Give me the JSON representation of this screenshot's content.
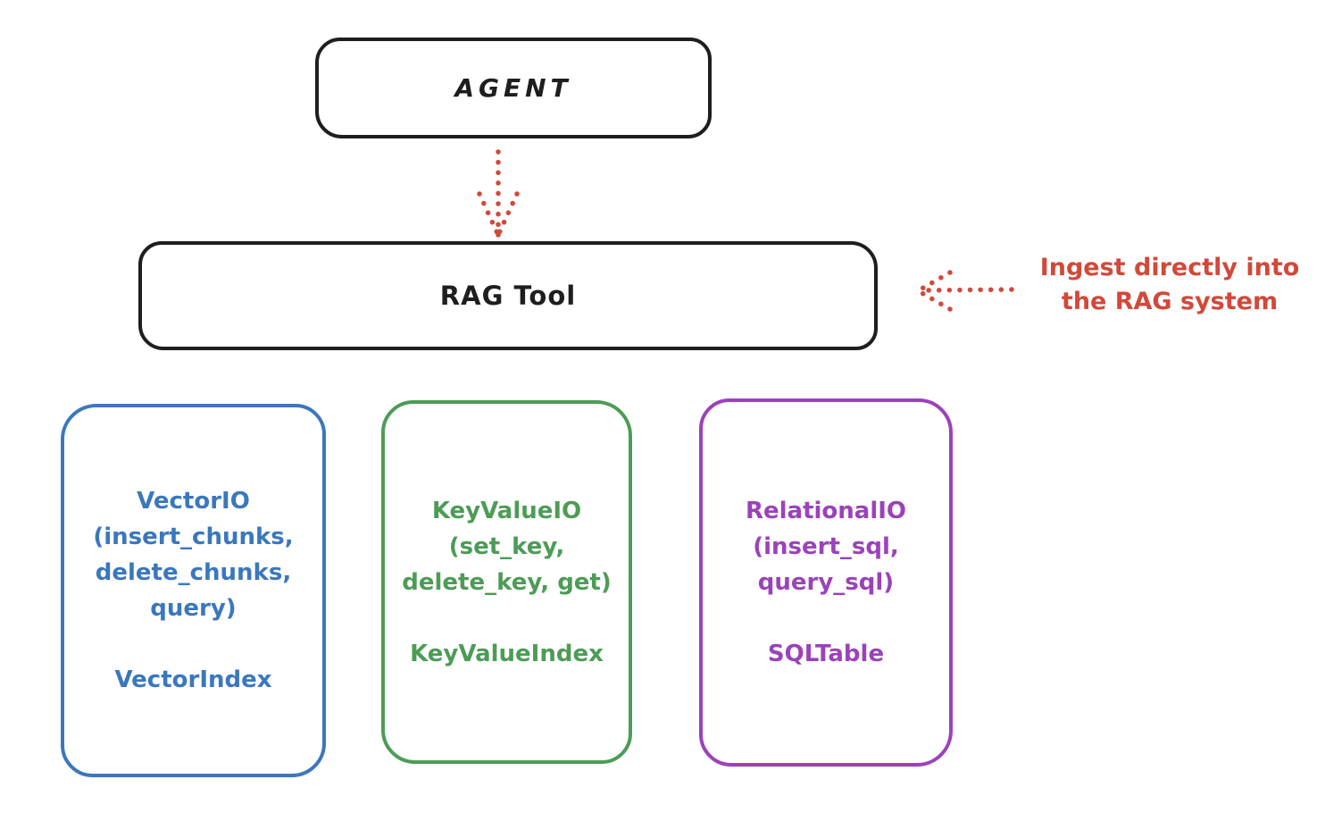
{
  "diagram": {
    "agent": {
      "label": "AGENT"
    },
    "rag_tool": {
      "label": "RAG Tool"
    },
    "annotation": {
      "line1": "Ingest directly into",
      "line2": "the RAG system"
    },
    "nodes": [
      {
        "id": "vector-io",
        "color": "#3b77bd",
        "lines": [
          "VectorIO",
          "(insert_chunks,",
          "delete_chunks,",
          "query)"
        ],
        "index_label": "VectorIndex"
      },
      {
        "id": "keyvalue-io",
        "color": "#4c9c55",
        "lines": [
          "KeyValueIO",
          "(set_key,",
          "delete_key, get)"
        ],
        "index_label": "KeyValueIndex"
      },
      {
        "id": "relational-io",
        "color": "#9b42ba",
        "lines": [
          "RelationalIO",
          "(insert_sql,",
          "query_sql)"
        ],
        "index_label": "SQLTable"
      }
    ],
    "colors": {
      "stroke": "#1e1e1e",
      "arrow_red": "#d1493a",
      "blue": "#3b77bd",
      "green": "#4c9c55",
      "purple": "#9b42ba",
      "background": "#ffffff"
    }
  }
}
